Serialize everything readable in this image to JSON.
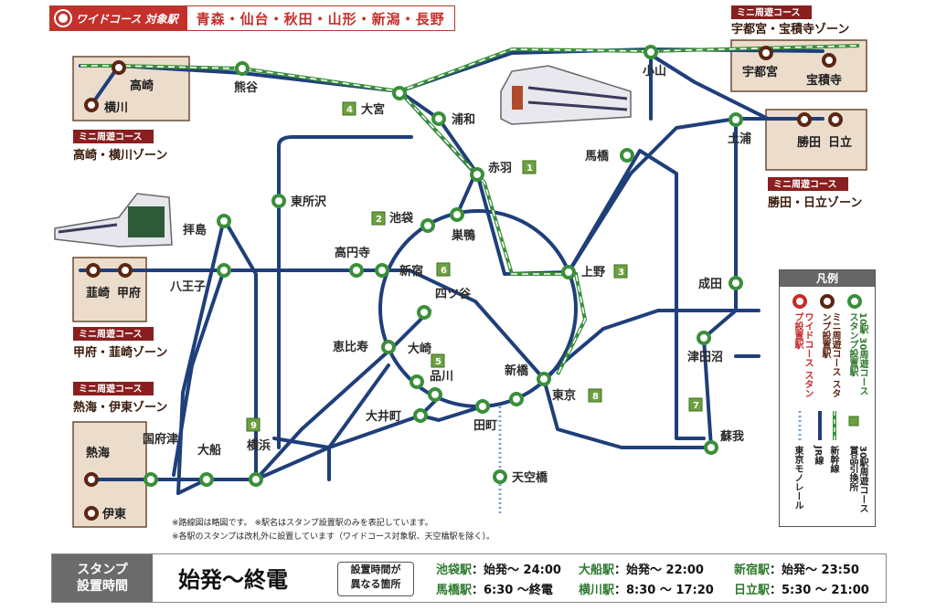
{
  "banner": {
    "label": "ワイドコース 対象駅",
    "stations": "青森・仙台・秋田・山形・新潟・長野"
  },
  "zones": {
    "utsunomiya": {
      "tag": "ミニ周遊コース",
      "name": "宇都宮・宝積寺ゾーン",
      "stations": [
        "宇都宮",
        "宝積寺"
      ]
    },
    "katsuta": {
      "tag": "ミニ周遊コース",
      "name": "勝田・日立ゾーン",
      "stations": [
        "勝田",
        "日立"
      ]
    },
    "takasaki": {
      "tag": "ミニ周遊コース",
      "name": "高崎・横川ゾーン",
      "stations": [
        "高崎",
        "横川"
      ]
    },
    "kofu": {
      "tag": "ミニ周遊コース",
      "name": "甲府・韮崎ゾーン",
      "stations": [
        "韮崎",
        "甲府"
      ]
    },
    "atami": {
      "tag": "ミニ周遊コース",
      "name": "熱海・伊東ゾーン",
      "stations": [
        "熱海",
        "伊東"
      ]
    }
  },
  "stations": {
    "omiya": "大宮",
    "urawa": "浦和",
    "akabane": "赤羽",
    "ikebukuro": "池袋",
    "sugamo": "巣鴨",
    "ueno": "上野",
    "shinjuku": "新宿",
    "yotsuya": "四ツ谷",
    "ebisu": "恵比寿",
    "osaki": "大崎",
    "shinagawa": "品川",
    "oimachi": "大井町",
    "tamachi": "田町",
    "shimbashi": "新橋",
    "tokyo": "東京",
    "tenkubashi": "天空橋",
    "kumagaya": "熊谷",
    "oyama": "小山",
    "tsuchiura": "土浦",
    "mabashi": "馬橋",
    "higashitokorozawa": "東所沢",
    "koenji": "高円寺",
    "haijima": "拝島",
    "hachioji": "八王子",
    "narita": "成田",
    "tsudanuma": "津田沼",
    "soga": "蘇我",
    "kozu": "国府津",
    "ofuna": "大船",
    "yokohama": "横浜"
  },
  "numbers": {
    "akabane": "1",
    "ikebukuro": "2",
    "ueno": "3",
    "omiya": "4",
    "osaki": "5",
    "shinjuku": "6",
    "tsudanuma": "7",
    "tokyo": "8",
    "yokohama": "9"
  },
  "legend": {
    "title": "凡例",
    "wide": "ワイドコース スタンプ設置駅",
    "mini": "ミニ周遊コース スタンプ設置駅",
    "tenthirty": "10駅 30周遊コース スタンプ設置駅",
    "jr": "JR線",
    "shinkansen": "新幹線",
    "monorail": "東京モノレール",
    "prize": "30駅周遊コース 賞品引換所"
  },
  "notes": [
    "※路線図は略図です。 ※駅名はスタンプ設置駅のみを表記しています。",
    "※各駅のスタンプは改札外に設置しています（ワイドコース対象駅、天空橋駅を除く）。"
  ],
  "footer": {
    "label_line1": "スタンプ",
    "label_line2": "設置時間",
    "hours": "始発〜終電",
    "diff_line1": "設置時間が",
    "diff_line2": "異なる箇所",
    "exceptions": [
      {
        "station": "池袋駅",
        "hours": "：始発〜 24:00"
      },
      {
        "station": "馬橋駅",
        "hours": "：6:30 〜終電"
      },
      {
        "station": "大船駅",
        "hours": "：始発〜 22:00"
      },
      {
        "station": "横川駅",
        "hours": "：8:30 〜 17:20"
      },
      {
        "station": "新宿駅",
        "hours": "：始発〜 23:50"
      },
      {
        "station": "日立駅",
        "hours": "：5:30 〜 21:00"
      }
    ]
  },
  "colors": {
    "jr_line": "#1f3f7a",
    "shinkansen": "#3a8f3a",
    "wide_station": "#c62a2a",
    "mini_station": "#5b2612",
    "tenthirty_station": "#3a8f3a",
    "zone_bg": "#ecdccb"
  }
}
